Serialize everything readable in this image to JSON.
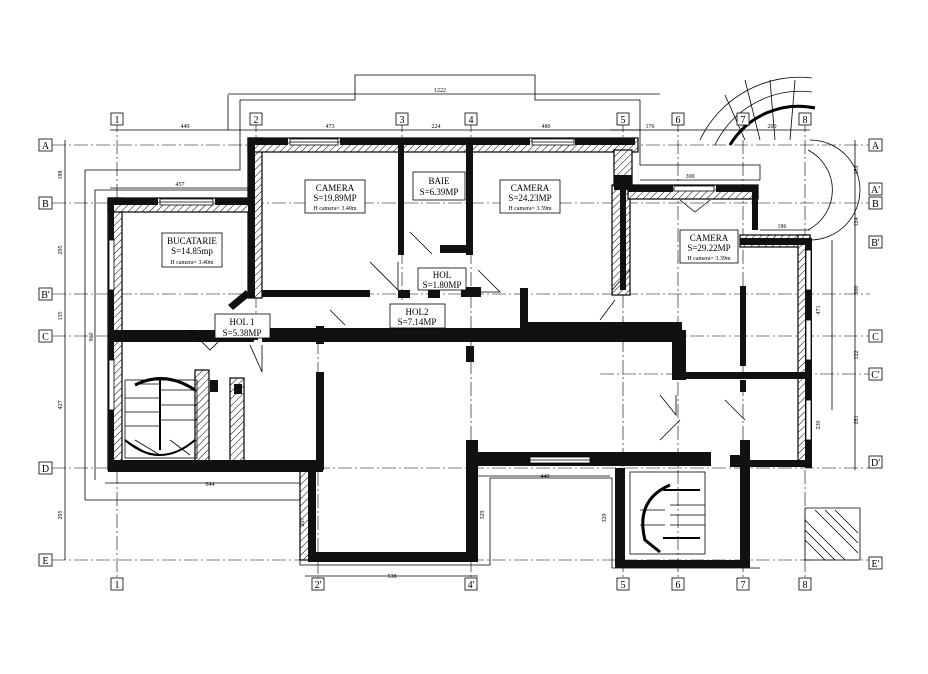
{
  "grid_labels": {
    "top": [
      "1",
      "2",
      "3",
      "4",
      "5",
      "6",
      "7",
      "8"
    ],
    "bottom": [
      "1",
      "2'",
      "4'",
      "5",
      "6",
      "7",
      "8"
    ],
    "left": [
      "A",
      "B",
      "B'",
      "C",
      "D",
      "E"
    ],
    "right": [
      "A",
      "A'",
      "B",
      "B'",
      "C",
      "C'",
      "D'",
      "E'"
    ]
  },
  "rooms": [
    {
      "name": "CAMERA",
      "area": "S=19.89MP",
      "height": "H camera= 3.40m"
    },
    {
      "name": "BAIE",
      "area": "S=6.39MP",
      "height": ""
    },
    {
      "name": "CAMERA",
      "area": "S=24.23MP",
      "height": "H camera= 3.39m"
    },
    {
      "name": "BUCATARIE",
      "area": "S=14.85mp",
      "height": "H camera= 3.40m"
    },
    {
      "name": "CAMERA",
      "area": "S=29.22MP",
      "height": "H camera= 3.39m"
    },
    {
      "name": "HOL",
      "area": "S=1.80MP",
      "height": ""
    },
    {
      "name": "HOL 1",
      "area": "S=5.38MP",
      "height": ""
    },
    {
      "name": "HOL2",
      "area": "S=7.14MP",
      "height": ""
    }
  ],
  "dimensions": {
    "overall_top": "1222",
    "top": [
      "449",
      "473",
      "224",
      "480",
      "176",
      "200"
    ],
    "sub_top": "457",
    "b_right": "300",
    "bp_right": "186",
    "left": [
      "188",
      "295",
      "135",
      "427",
      "295",
      "960"
    ],
    "right": [
      "159",
      "124",
      "300",
      "122",
      "281",
      "471",
      "230"
    ],
    "bottom": [
      "644",
      "538",
      "440"
    ],
    "vertical_inner": [
      "297",
      "329",
      "329"
    ]
  }
}
